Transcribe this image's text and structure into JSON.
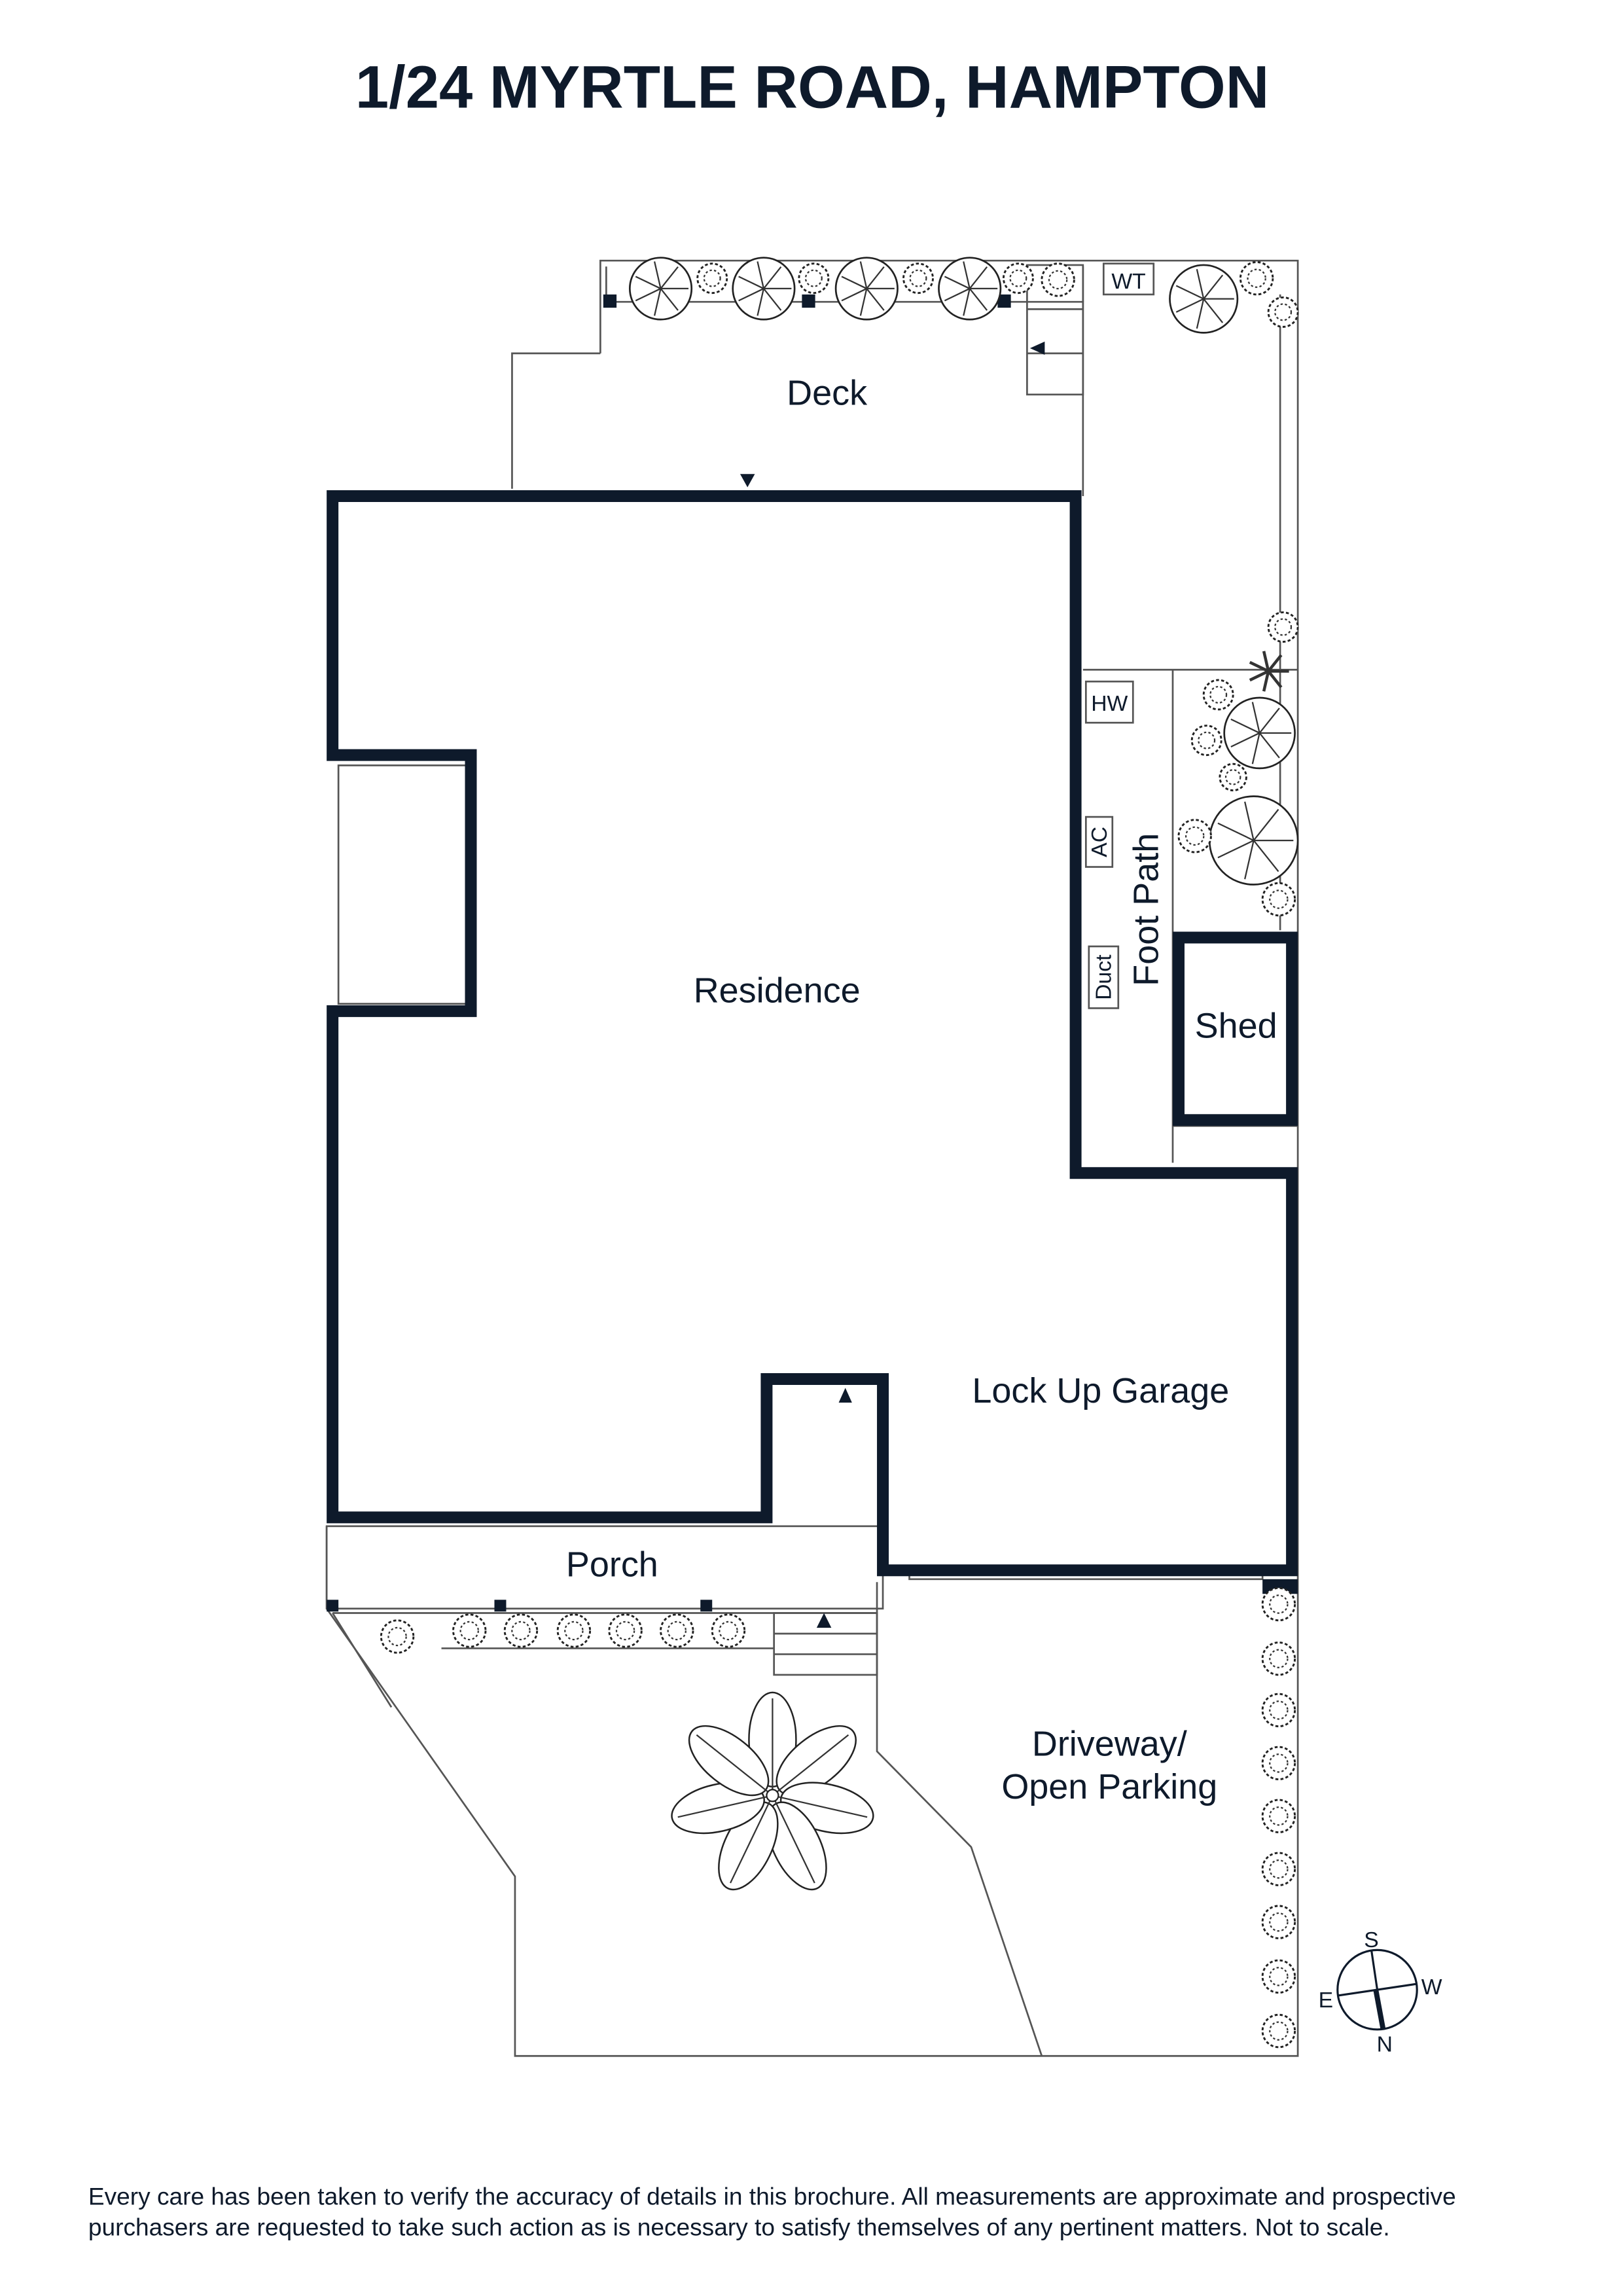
{
  "title": "1/24 MYRTLE ROAD, HAMPTON",
  "rooms": {
    "deck": "Deck",
    "residence": "Residence",
    "foot_path": "Foot Path",
    "shed": "Shed",
    "garage": "Lock Up Garage",
    "porch": "Porch",
    "driveway_line1": "Driveway/",
    "driveway_line2": "Open Parking"
  },
  "fixtures": {
    "wt": "WT",
    "hw": "HW",
    "ac": "AC",
    "duct": "Duct"
  },
  "compass": {
    "s": "S",
    "w": "W",
    "e": "E",
    "n": "N"
  },
  "disclaimer": {
    "line1": "Every care has been taken to verify the accuracy of details in this brochure. All measurements are approximate and prospective",
    "line2": "purchasers are requested to take such action as is necessary to satisfy themselves of any pertinent matters. Not to scale."
  },
  "colors": {
    "ink": "#0e1a2b"
  }
}
